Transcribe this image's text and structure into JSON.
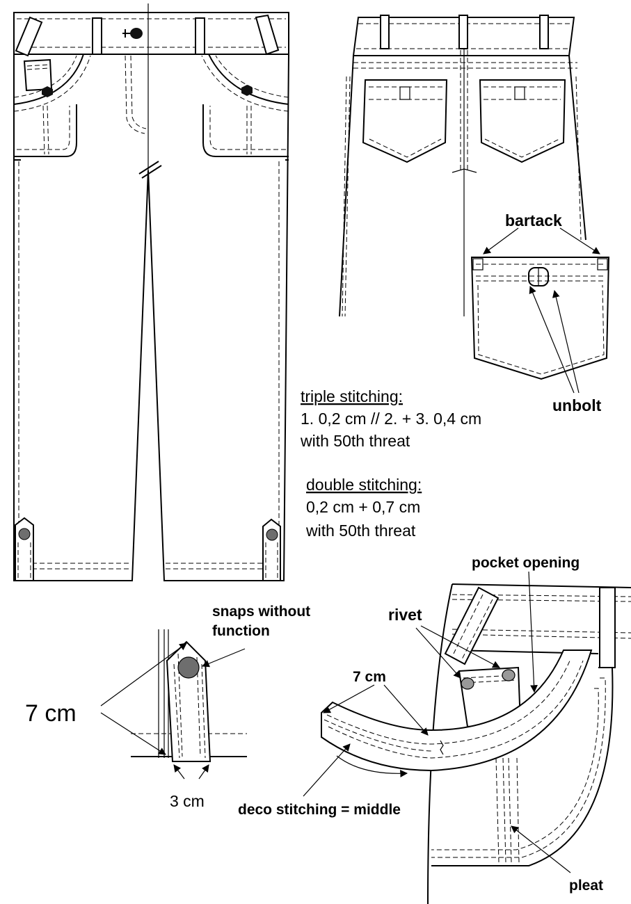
{
  "labels": {
    "bartack": "bartack",
    "unbolt": "unbolt",
    "triple_heading": "triple stitching:",
    "triple_line1": "1. 0,2 cm // 2. + 3. 0,4 cm",
    "triple_line2": "with 50th threat",
    "double_heading": "double stitching:",
    "double_line1": "0,2 cm  +  0,7 cm",
    "double_line2": "with 50th threat",
    "pocket_opening": "pocket opening",
    "rivet": "rivet",
    "snaps_line1": "snaps without",
    "snaps_line2": "function",
    "tab_length": "7 cm",
    "tab_width": "3 cm",
    "pocket_length": "7 cm",
    "deco_stitching": "deco stitching = middle",
    "pleat": "pleat"
  },
  "colors": {
    "line": "#000000",
    "snap_fill": "#6e6e6e",
    "rivet_fill": "#999999",
    "button_fill": "#111111"
  }
}
